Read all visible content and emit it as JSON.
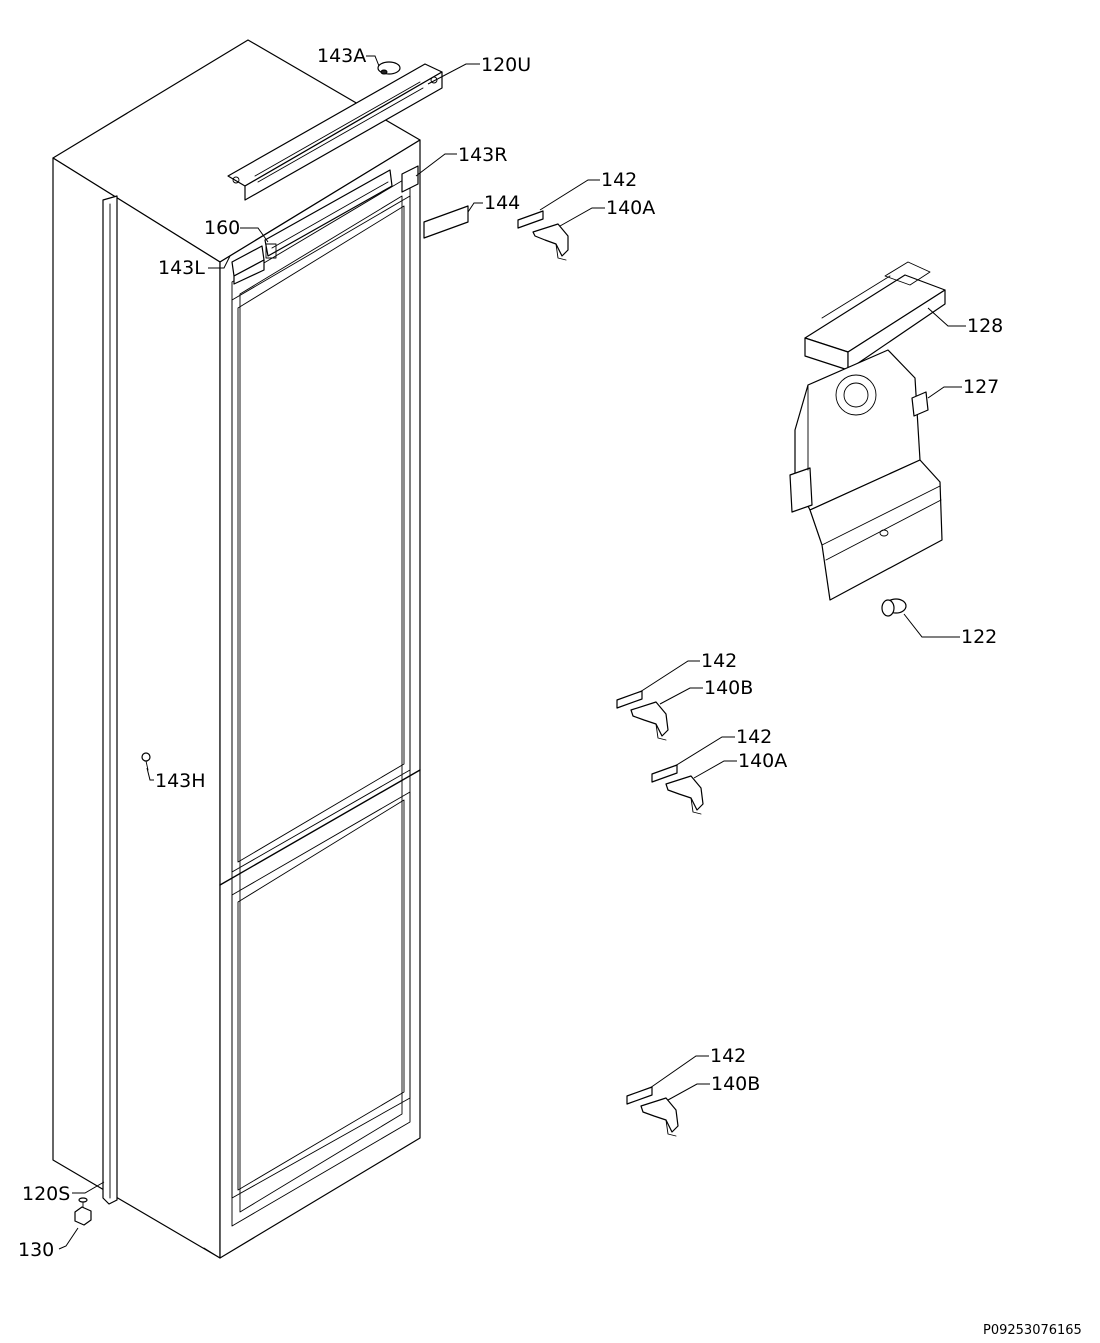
{
  "labels": {
    "l143A": "143A",
    "l120U": "120U",
    "l143R": "143R",
    "l144": "144",
    "l142a": "142",
    "l140A_top": "140A",
    "l160": "160",
    "l143L": "143L",
    "l128": "128",
    "l127": "127",
    "l122": "122",
    "l142b": "142",
    "l140B_mid": "140B",
    "l142c": "142",
    "l140A_mid": "140A",
    "l143H": "143H",
    "l142d": "142",
    "l140B_bot": "140B",
    "l120S": "120S",
    "l130": "130"
  },
  "document_code": "P09253076165"
}
